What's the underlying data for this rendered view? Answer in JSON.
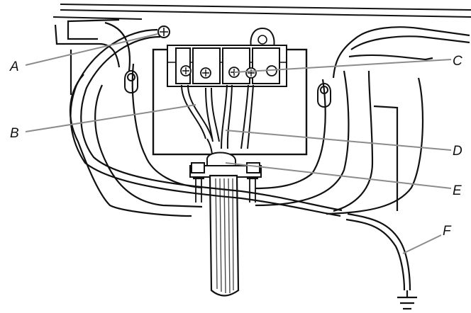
{
  "callouts": {
    "a": "A",
    "b": "B",
    "c": "C",
    "d": "D",
    "e": "E",
    "f": "F"
  },
  "colors": {
    "line": "#111111",
    "leader": "#8c8c8c",
    "fill": "#ffffff",
    "hatch": "#4a4a4a"
  }
}
